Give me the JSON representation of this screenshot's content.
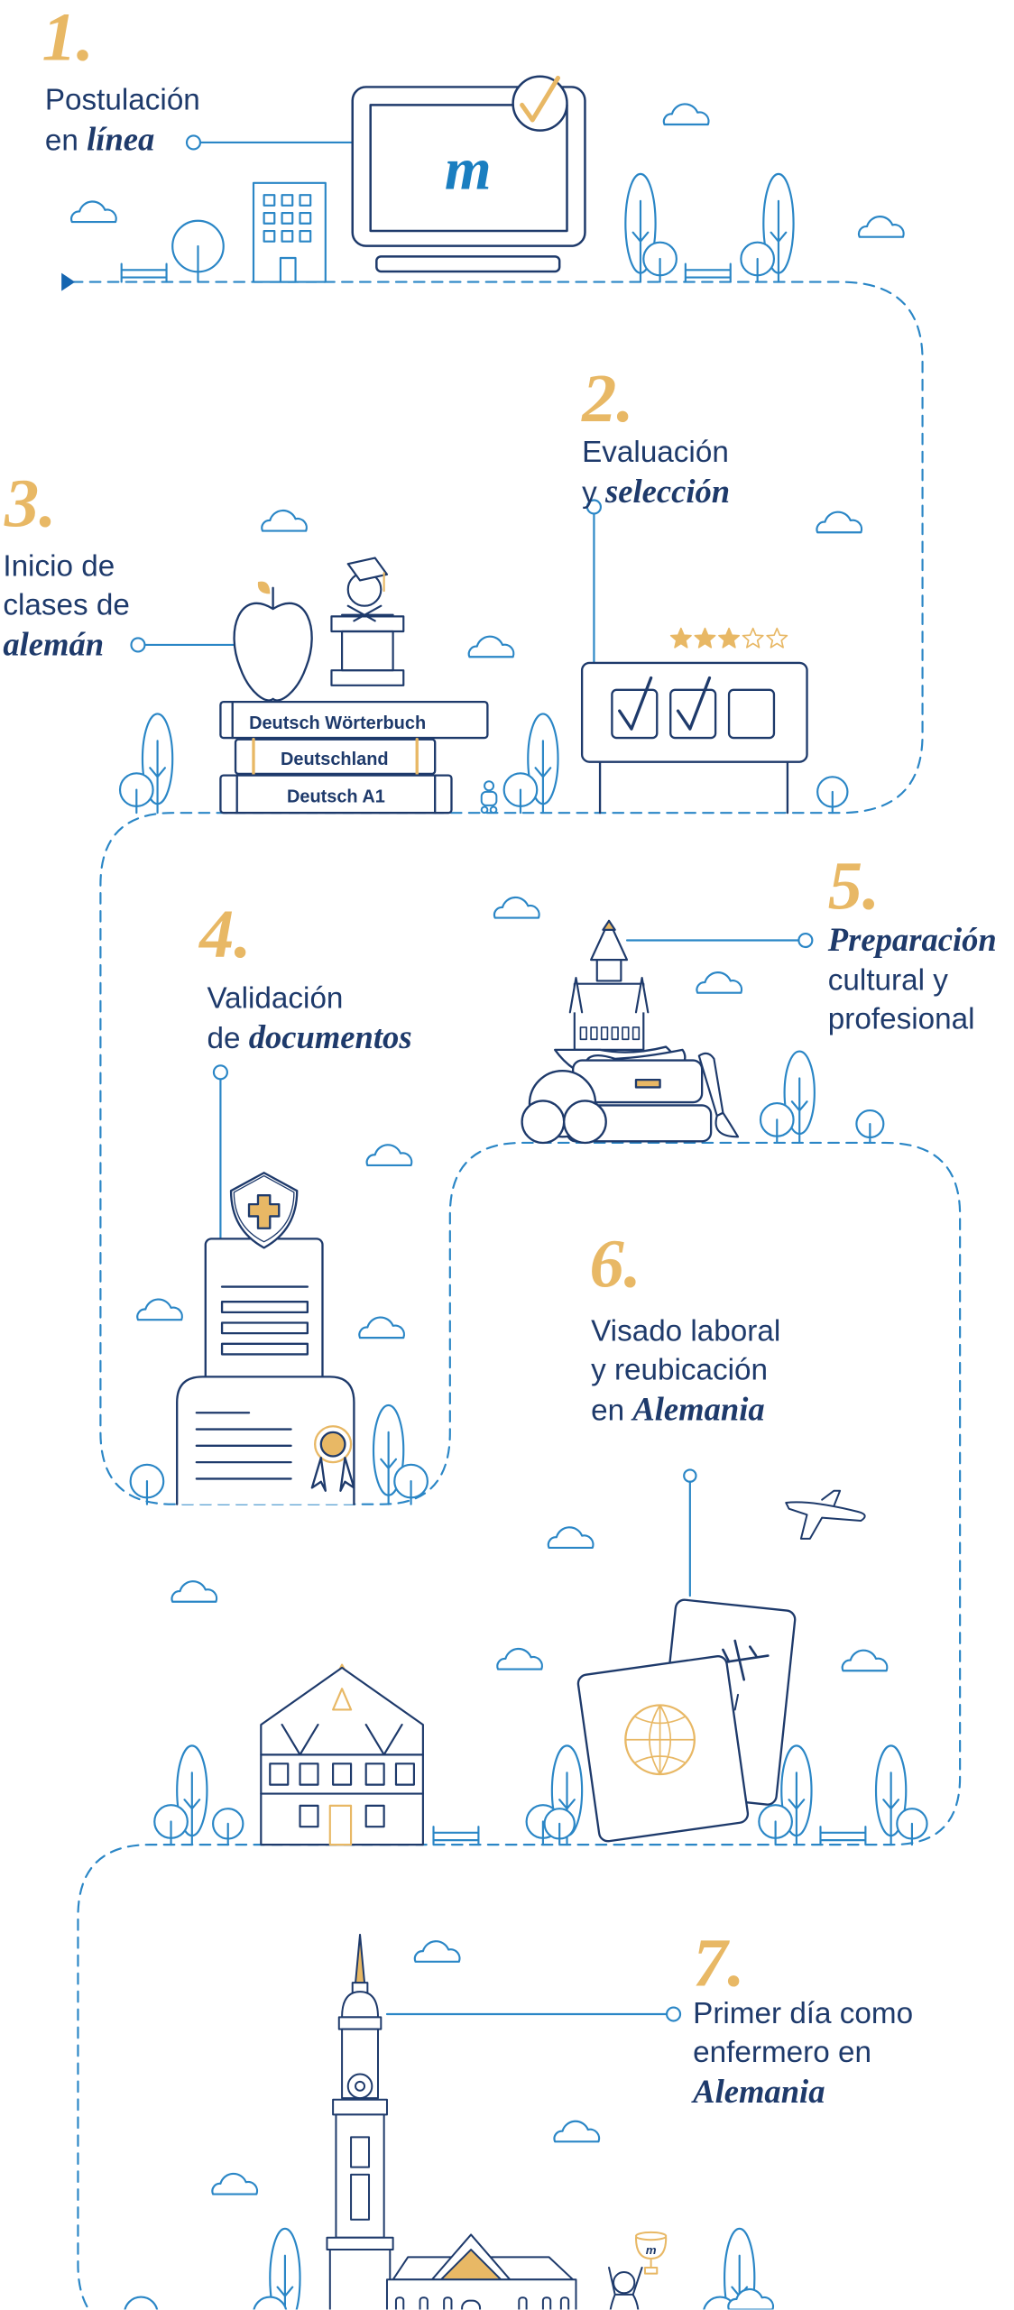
{
  "steps": [
    {
      "number": "1.",
      "lines": [
        {
          "plain": "Postulación",
          "em": ""
        },
        {
          "plain": "en ",
          "em": "línea"
        }
      ]
    },
    {
      "number": "2.",
      "lines": [
        {
          "plain": "Evaluación",
          "em": ""
        },
        {
          "plain": "y ",
          "em": "selección"
        }
      ]
    },
    {
      "number": "3.",
      "lines": [
        {
          "plain": "Inicio de",
          "em": ""
        },
        {
          "plain": "clases de",
          "em": ""
        },
        {
          "plain": "",
          "em": "alemán"
        }
      ]
    },
    {
      "number": "4.",
      "lines": [
        {
          "plain": "Validación",
          "em": ""
        },
        {
          "plain": "de ",
          "em": "documentos"
        }
      ]
    },
    {
      "number": "5.",
      "lines": [
        {
          "plain": "",
          "em": "Preparación"
        },
        {
          "plain": "cultural y",
          "em": ""
        },
        {
          "plain": "profesional",
          "em": ""
        }
      ]
    },
    {
      "number": "6.",
      "lines": [
        {
          "plain": "Visado laboral",
          "em": ""
        },
        {
          "plain": "y reubicación",
          "em": ""
        },
        {
          "plain": "en ",
          "em": "Alemania"
        }
      ]
    },
    {
      "number": "7.",
      "lines": [
        {
          "plain": "Primer día como",
          "em": ""
        },
        {
          "plain": "enfermero en",
          "em": ""
        },
        {
          "plain": "",
          "em": "Alemania"
        }
      ]
    }
  ],
  "books": {
    "top": "Deutsch Wörterbuch",
    "middle": "Deutschland",
    "bottom": "Deutsch A1"
  },
  "logo_letter": "m",
  "rating": {
    "value": 3,
    "max": 5
  },
  "colors": {
    "navy": "#1e3a6b",
    "blue": "#2a86c6",
    "gold": "#e8b865"
  }
}
